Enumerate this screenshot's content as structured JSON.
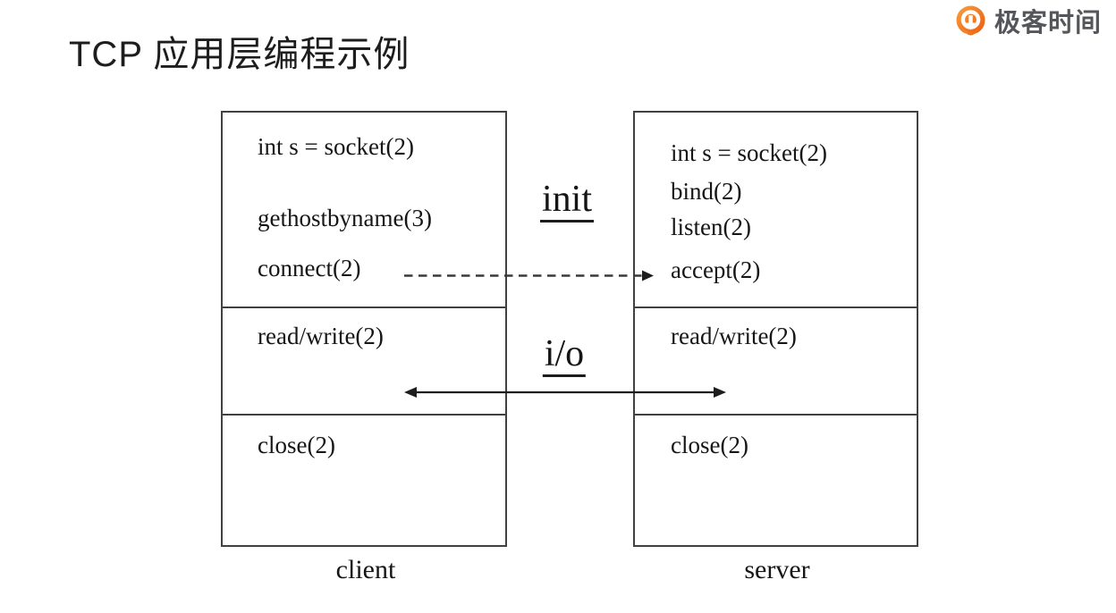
{
  "slide": {
    "title": "TCP 应用层编程示例"
  },
  "brand": {
    "name": "极客时间",
    "icon": "geekbang-pin-icon",
    "accent_color": "#F07019",
    "text_color": "#54565A"
  },
  "diagram": {
    "border_color": "#414141",
    "line_color": "#3A3A3A",
    "text_color": "#161616",
    "client": {
      "caption": "client",
      "init_lines": [
        "int s = socket(2)",
        "gethostbyname(3)",
        "connect(2)"
      ],
      "io_line": "read/write(2)",
      "close_line": "close(2)"
    },
    "server": {
      "caption": "server",
      "init_lines": [
        "int s = socket(2)",
        "bind(2)",
        "listen(2)",
        "accept(2)"
      ],
      "io_line": "read/write(2)",
      "close_line": "close(2)"
    },
    "phase_labels": {
      "init": "init",
      "io": "i/o"
    },
    "arrows": [
      {
        "name": "connect-to-accept-arrow",
        "style": "dashed",
        "from": "connect(2)",
        "to": "accept(2)",
        "direction": "right"
      },
      {
        "name": "io-bidirectional-arrow",
        "style": "solid",
        "from": "read/write(2)",
        "to": "read/write(2)",
        "direction": "both"
      }
    ]
  }
}
